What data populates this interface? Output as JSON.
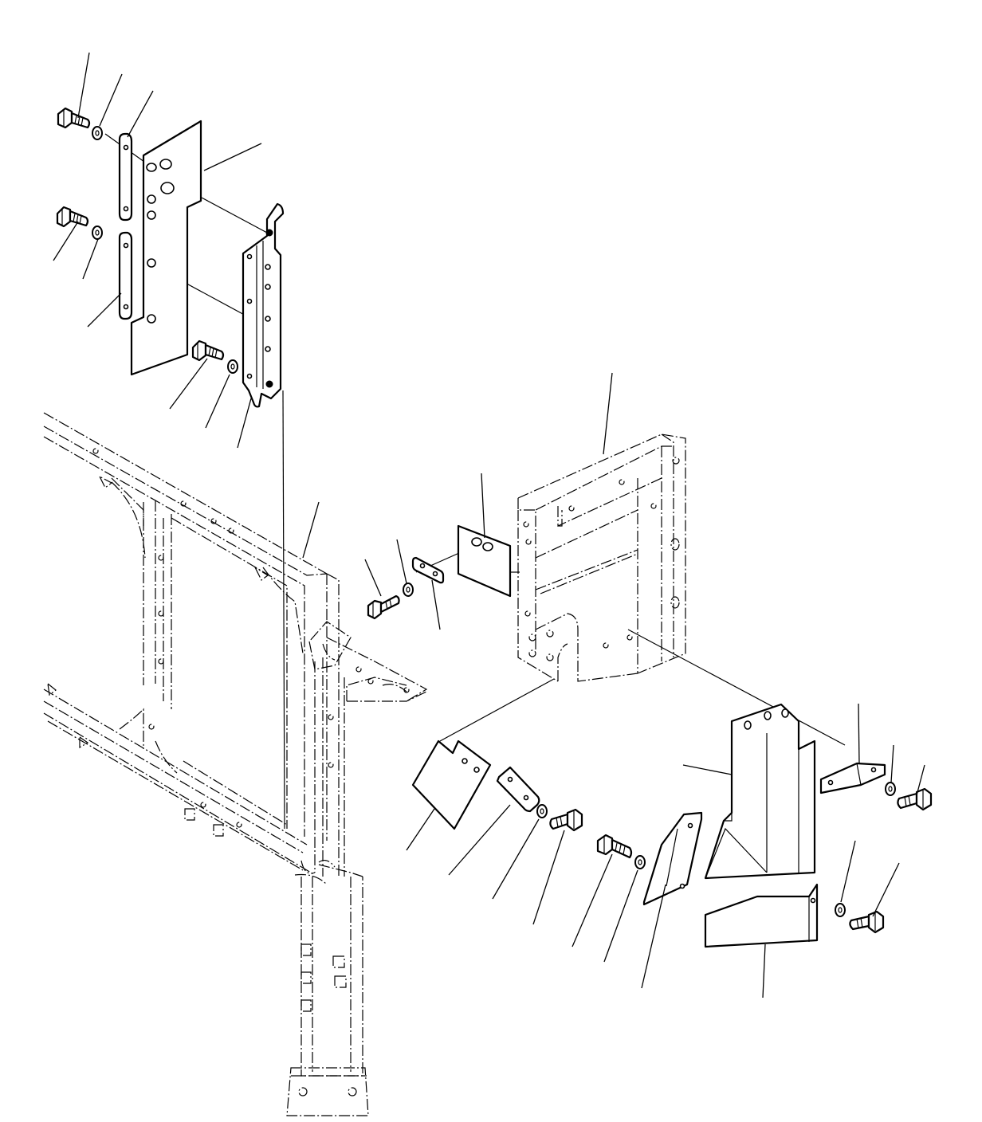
{
  "diagram": {
    "kind": "exploded-parts-view",
    "background": "#ffffff",
    "line_color": "#000000",
    "callout_numbers_visible": false,
    "parts": [
      {
        "id": "frame-left",
        "style": "phantom"
      },
      {
        "id": "frame-right",
        "style": "phantom"
      },
      {
        "id": "cover-plate-upper",
        "style": "solid"
      },
      {
        "id": "bracket-vertical-upper",
        "style": "solid"
      },
      {
        "id": "strap-upper-a",
        "style": "solid"
      },
      {
        "id": "strap-upper-b",
        "style": "solid"
      },
      {
        "id": "plate-small-square",
        "style": "solid"
      },
      {
        "id": "strap-small",
        "style": "solid"
      },
      {
        "id": "cover-lower-left",
        "style": "solid"
      },
      {
        "id": "strap-lower-left",
        "style": "solid"
      },
      {
        "id": "bracket-angled-lower",
        "style": "solid"
      },
      {
        "id": "cover-tall-right",
        "style": "solid"
      },
      {
        "id": "strap-right",
        "style": "solid"
      },
      {
        "id": "cover-lower-right",
        "style": "solid"
      }
    ],
    "fasteners": [
      {
        "id": "bolt-1",
        "type": "bolt"
      },
      {
        "id": "bolt-2",
        "type": "bolt"
      },
      {
        "id": "bolt-3",
        "type": "bolt"
      },
      {
        "id": "bolt-4",
        "type": "bolt"
      },
      {
        "id": "bolt-5",
        "type": "bolt"
      },
      {
        "id": "bolt-6",
        "type": "bolt"
      },
      {
        "id": "bolt-7",
        "type": "bolt"
      },
      {
        "id": "bolt-8",
        "type": "bolt"
      },
      {
        "id": "washer-1",
        "type": "washer"
      },
      {
        "id": "washer-2",
        "type": "washer"
      },
      {
        "id": "washer-3",
        "type": "washer"
      },
      {
        "id": "washer-4",
        "type": "washer"
      },
      {
        "id": "washer-5",
        "type": "washer"
      },
      {
        "id": "washer-6",
        "type": "washer"
      },
      {
        "id": "washer-7",
        "type": "washer"
      },
      {
        "id": "washer-8",
        "type": "washer"
      }
    ]
  }
}
